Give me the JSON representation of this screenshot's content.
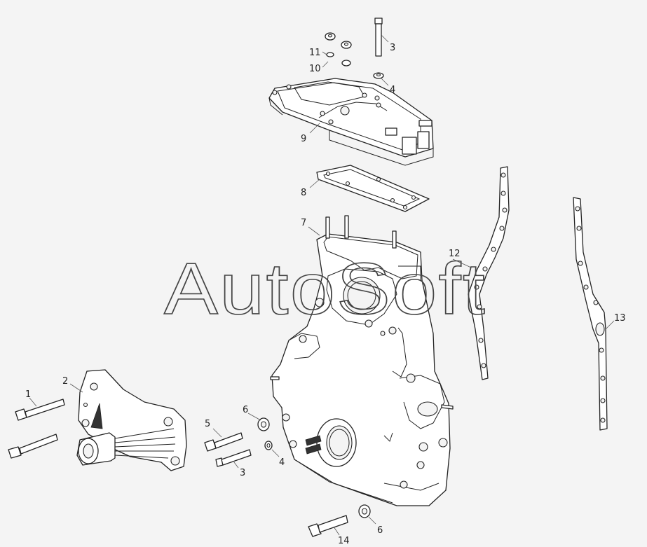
{
  "diagram": {
    "watermark": "AutoSoft",
    "callouts": [
      "1",
      "2",
      "3",
      "3",
      "4",
      "4",
      "5",
      "6",
      "6",
      "7",
      "8",
      "9",
      "10",
      "11",
      "12",
      "13",
      "14"
    ]
  }
}
